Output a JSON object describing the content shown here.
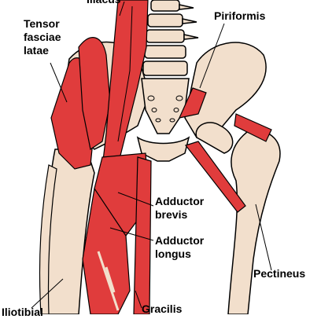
{
  "colors": {
    "bone": "#f2dfcc",
    "muscle": "#e03c3c",
    "outline": "#000000",
    "label_text": "#000000"
  },
  "labels": {
    "iliacus_partial": "Iliacus",
    "tensor_fasciae_latae": [
      "Tensor",
      "fasciae",
      "latae"
    ],
    "piriformis": "Piriformis",
    "adductor_brevis": [
      "Adductor",
      "brevis"
    ],
    "adductor_longus": [
      "Adductor",
      "longus"
    ],
    "pectineus": "Pectineus",
    "gracilis": "Gracilis",
    "iliotibial_partial": "Iliotibial"
  }
}
